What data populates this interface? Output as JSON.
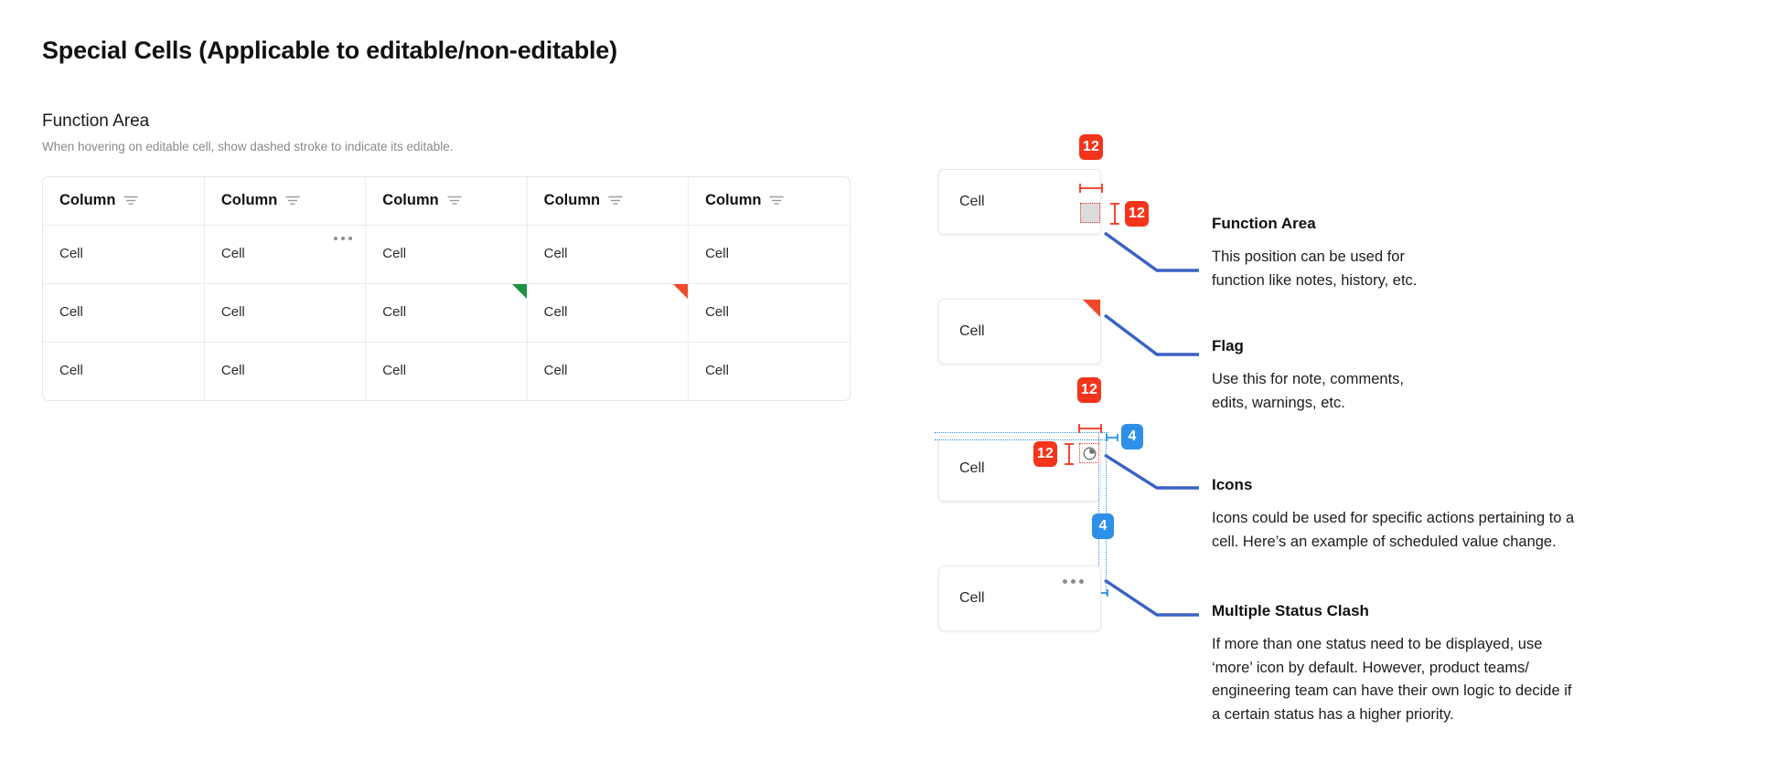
{
  "page": {
    "title": "Special Cells (Applicable to editable/non-editable)",
    "section_title": "Function Area",
    "section_subtitle": "When hovering on editable cell, show dashed stroke to indicate its editable."
  },
  "table": {
    "columns": [
      {
        "label": "Column",
        "filter_icon": "filter-icon"
      },
      {
        "label": "Column",
        "filter_icon": "filter-icon"
      },
      {
        "label": "Column",
        "filter_icon": "filter-icon"
      },
      {
        "label": "Column",
        "filter_icon": "filter-icon"
      },
      {
        "label": "Column",
        "filter_icon": "filter-icon"
      }
    ],
    "rows": [
      {
        "cells": [
          "Cell",
          "Cell",
          "Cell",
          "Cell",
          "Cell"
        ]
      },
      {
        "cells": [
          "Cell",
          "Cell",
          "Cell",
          "Cell",
          "Cell"
        ]
      },
      {
        "cells": [
          "Cell",
          "Cell",
          "Cell",
          "Cell",
          "Cell"
        ]
      }
    ],
    "markers": {
      "more_dots": {
        "row": 1,
        "col": 2,
        "icon": "more-horizontal-icon"
      },
      "green_flag": {
        "row": 2,
        "col": 3,
        "color": "#1a9444"
      },
      "red_flag": {
        "row": 2,
        "col": 4,
        "color": "#f04a2a"
      }
    }
  },
  "specs": [
    {
      "id": "function-area",
      "cell_label": "Cell",
      "title": "Function Area",
      "body_line1": "This position can be used for",
      "body_line2": "function like notes, history, etc.",
      "measures": [
        {
          "value": "12",
          "color": "#f4341b",
          "axis": "horizontal"
        },
        {
          "value": "12",
          "color": "#f4341b",
          "axis": "vertical"
        }
      ]
    },
    {
      "id": "flag",
      "cell_label": "Cell",
      "title": "Flag",
      "body_line1": "Use this for note, comments,",
      "body_line2": "edits, warnings, etc.",
      "marker": "corner-flag-triangle"
    },
    {
      "id": "icons",
      "cell_label": "Cell",
      "title": "Icons",
      "body_line1": "Icons could be used for specific actions pertaining to a",
      "body_line2": "cell. Here’s an example of scheduled value change.",
      "marker": "clock-icon",
      "measures": [
        {
          "value": "12",
          "color": "#f4341b",
          "axis": "horizontal"
        },
        {
          "value": "12",
          "color": "#f4341b",
          "axis": "vertical"
        },
        {
          "value": "4",
          "color": "#2e90e8",
          "axis": "horizontal"
        },
        {
          "value": "4",
          "color": "#2e90e8",
          "axis": "vertical"
        }
      ]
    },
    {
      "id": "multiple-status-clash",
      "cell_label": "Cell",
      "title": "Multiple Status Clash",
      "body_line1": "If more than one status need to be displayed, use",
      "body_line2": "‘more’ icon by default. However, product teams/",
      "body_line3": "engineering team can have their own logic to decide if",
      "body_line4": "a certain status has a higher priority.",
      "marker": "more-horizontal-icon"
    }
  ],
  "colors": {
    "measure_red": "#f4341b",
    "measure_blue": "#2e90e8",
    "connector_blue": "#3a62c4",
    "flag_green": "#1a9444",
    "flag_red": "#f04a2a",
    "text_primary": "#111111",
    "text_muted": "#8a8a8a",
    "border": "#e6e6e6"
  }
}
